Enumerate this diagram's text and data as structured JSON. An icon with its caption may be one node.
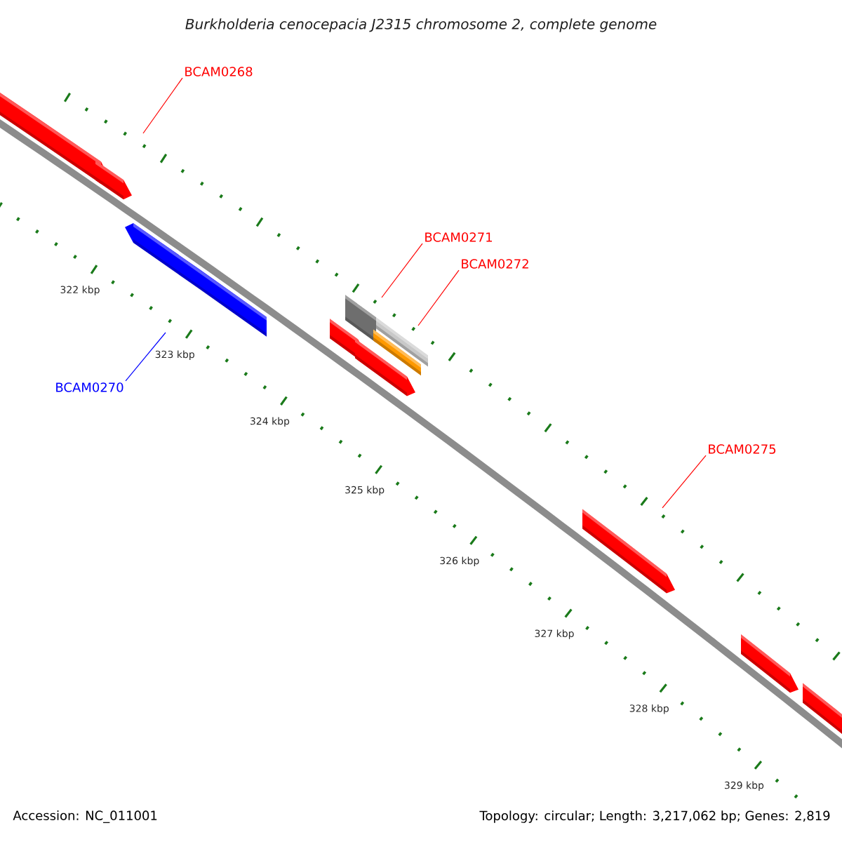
{
  "diagram": {
    "title": "Burkholderia cenocepacia J2315 chromosome 2, complete genome",
    "nodes": [
      {
        "text": [
          "BCAM0268"
        ]
      },
      {
        "text": [
          "BCAM0271"
        ]
      },
      {
        "text": [
          "BCAM0272"
        ]
      },
      {
        "text": [
          "BCAM0270"
        ]
      },
      {
        "text": [
          "BCAM0275"
        ]
      }
    ],
    "edges": [
      {
        "from": 0,
        "to": null,
        "arrow": "none"
      },
      {
        "from": 1,
        "to": null,
        "arrow": "none"
      },
      {
        "from": 2,
        "to": null,
        "arrow": "none"
      },
      {
        "from": 3,
        "to": null,
        "arrow": "none",
        "color": "#0000ff"
      },
      {
        "from": 4,
        "to": null,
        "arrow": "none"
      }
    ],
    "labels": [
      "322 kbp",
      "323 kbp",
      "324 kbp",
      "325 kbp",
      "326 kbp",
      "327 kbp",
      "328 kbp",
      "329 kbp",
      "Accession: NC_011001",
      "Topology: circular; Length: 3,217,062 bp; Genes: 2,819"
    ]
  }
}
